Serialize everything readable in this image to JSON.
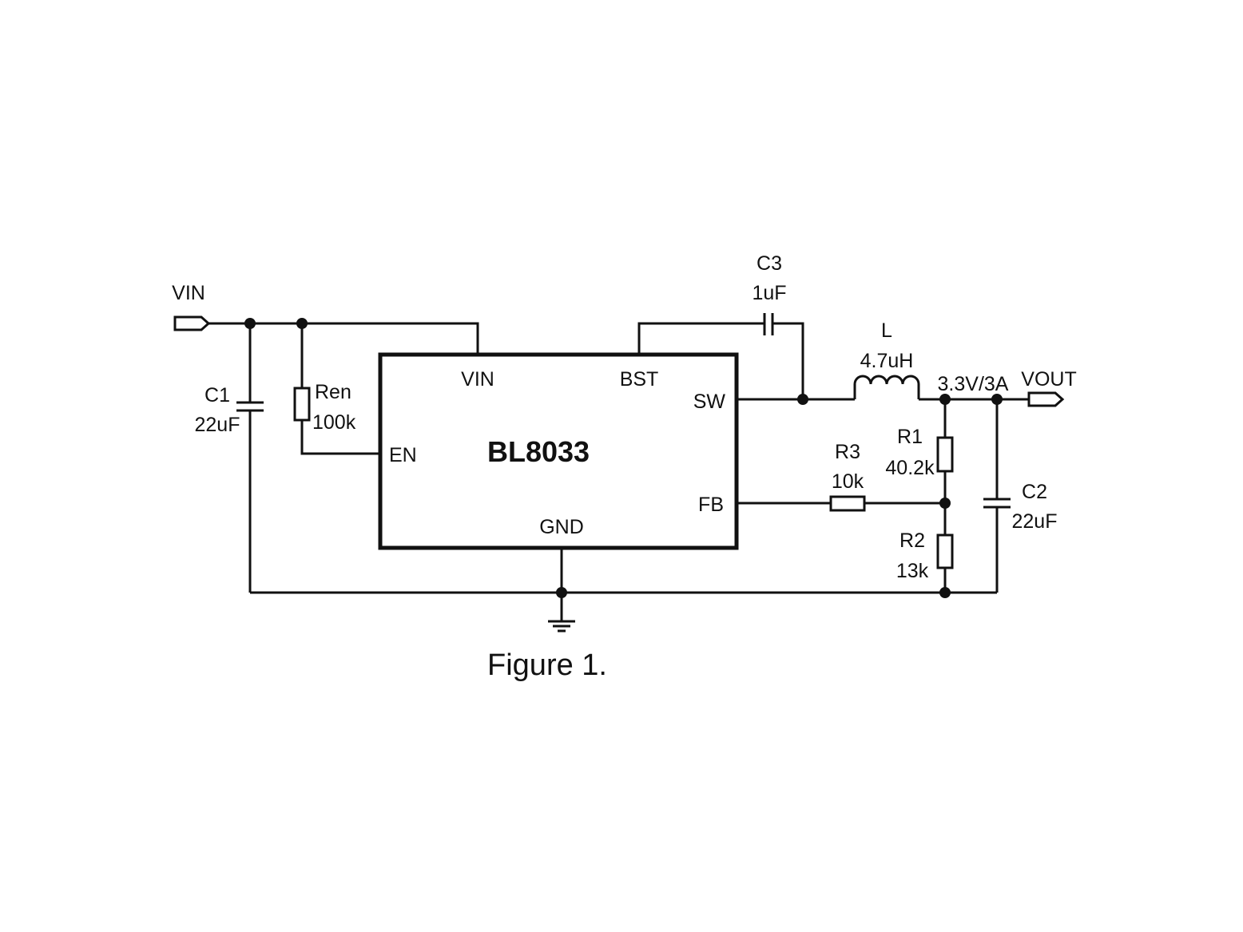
{
  "ports": {
    "vin": "VIN",
    "vout": "VOUT"
  },
  "ic": {
    "name": "BL8033",
    "pins": {
      "vin": "VIN",
      "bst": "BST",
      "sw": "SW",
      "en": "EN",
      "fb": "FB",
      "gnd": "GND"
    }
  },
  "components": {
    "c1": {
      "ref": "C1",
      "value": "22uF"
    },
    "ren": {
      "ref": "Ren",
      "value": "100k"
    },
    "c3": {
      "ref": "C3",
      "value": "1uF"
    },
    "l": {
      "ref": "L",
      "value": "4.7uH"
    },
    "r1": {
      "ref": "R1",
      "value": "40.2k"
    },
    "r2": {
      "ref": "R2",
      "value": "13k"
    },
    "r3": {
      "ref": "R3",
      "value": "10k"
    },
    "c2": {
      "ref": "C2",
      "value": "22uF"
    }
  },
  "output_rating": "3.3V/3A",
  "caption": "Figure 1."
}
